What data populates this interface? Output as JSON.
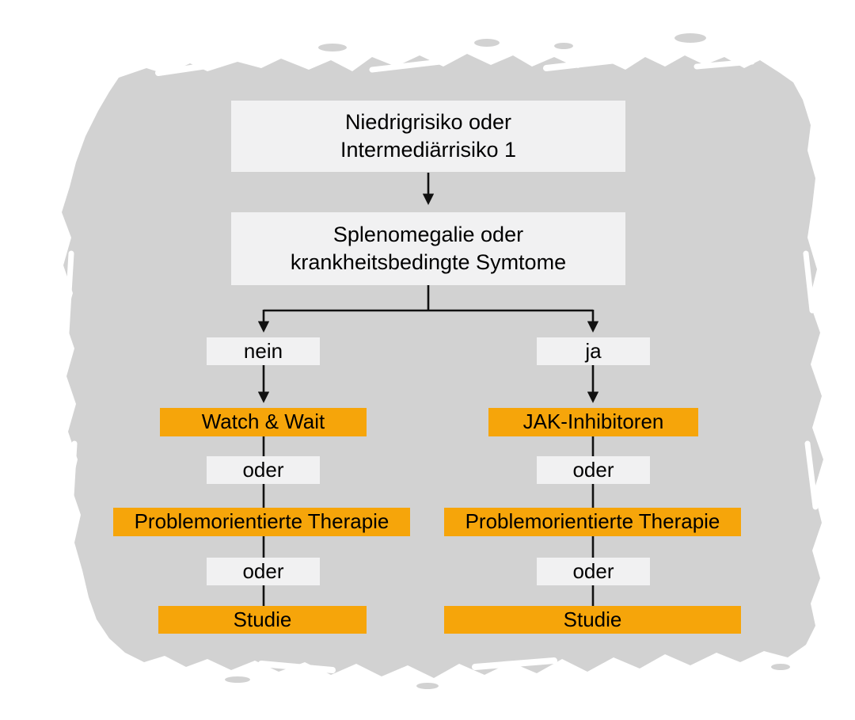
{
  "colors": {
    "page_background": "#ffffff",
    "paper_gray": "#d2d2d2",
    "light_box": "#f1f1f2",
    "orange_box": "#f6a50a",
    "connector": "#111111",
    "text": "#000000"
  },
  "flowchart": {
    "root_box": {
      "text": "Niedrigrisiko oder\nIntermediärrisiko 1"
    },
    "condition_box": {
      "text": "Splenomegalie oder\nkrankheitsbedingte Symtome"
    },
    "left_branch": {
      "answer_label": "nein",
      "option_1": "Watch & Wait",
      "separator_1": "oder",
      "option_2": "Problemorientierte Therapie",
      "separator_2": "oder",
      "option_3": "Studie"
    },
    "right_branch": {
      "answer_label": "ja",
      "option_1": "JAK-Inhibitoren",
      "separator_1": "oder",
      "option_2": "Problemorientierte Therapie",
      "separator_2": "oder",
      "option_3": "Studie"
    }
  }
}
